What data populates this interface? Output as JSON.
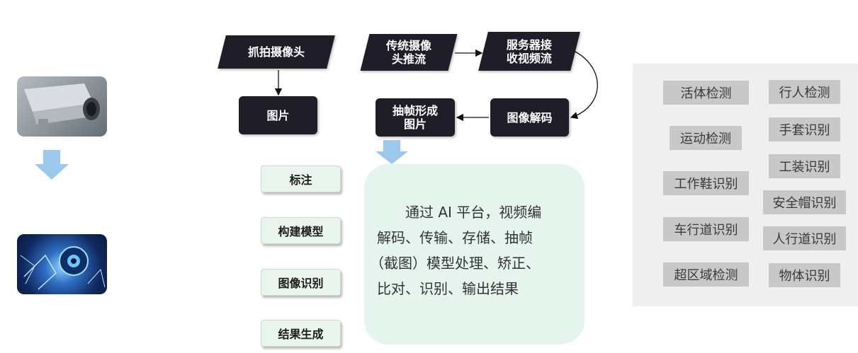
{
  "flow": {
    "capture_camera": "抓拍摄像头",
    "stream_camera": "传统摄像头推流",
    "stream_camera_line1": "传统摄像",
    "stream_camera_line2": "头推流",
    "server_receive_line1": "服务器接",
    "server_receive_line2": "收视频流",
    "picture": "图片",
    "frame_line1": "抽帧形成",
    "frame_line2": "图片",
    "decode": "图像解码"
  },
  "steps": [
    "标注",
    "构建模型",
    "图像识别",
    "结果生成"
  ],
  "description": "通过 AI 平台，视频编解码、传输、存储、抽帧（截图）模型处理、矫正、比对、识别、输出结果",
  "description_lines": [
    "通过 AI 平台，视频编",
    "解码、传输、存储、抽帧",
    "（截图）模型处理、矫正、",
    "比对、识别、输出结果"
  ],
  "features_left": [
    "活体检测",
    "运动检测",
    "工作鞋识别",
    "车行道识别",
    "超区域检测"
  ],
  "features_right": [
    "行人检测",
    "手套识别",
    "工装识别",
    "安全帽识别",
    "人行道识别",
    "物体识别"
  ],
  "colors": {
    "node": "#1f1e28",
    "arrow_down": "#9cc8ee",
    "label_bg": "#e8f4ec",
    "tag_bg": "#c8c8c8",
    "panel_bg": "#efefef"
  },
  "icons": [
    "camera-photo",
    "ai-eye-photo",
    "down-arrow-icon"
  ]
}
